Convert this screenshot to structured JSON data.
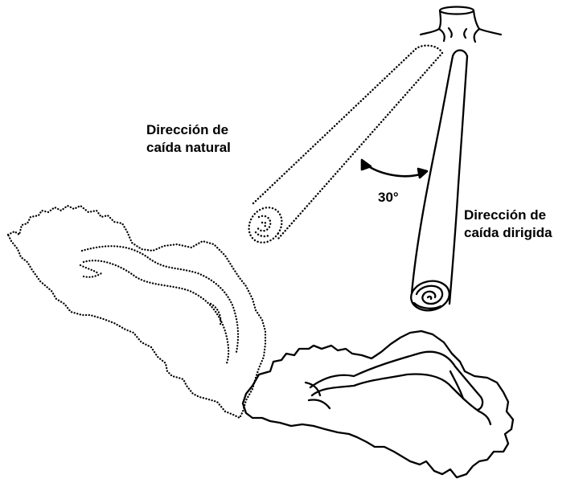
{
  "labels": {
    "natural_line1": "Dirección de",
    "natural_line2": "caída natural",
    "directed_line1": "Dirección de",
    "directed_line2": "caída dirigida",
    "angle": "30°"
  }
}
